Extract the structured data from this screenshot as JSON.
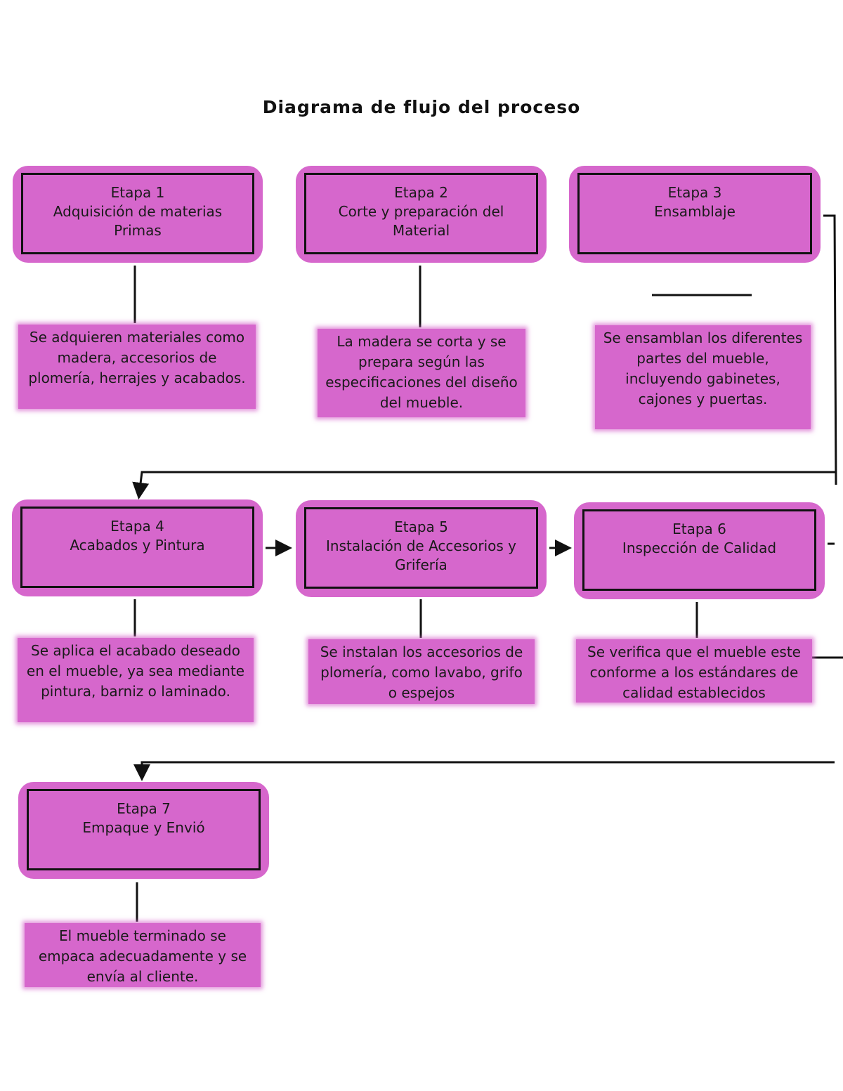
{
  "title": "Diagrama de flujo del proceso",
  "colors": {
    "box_fill": "#d667cc",
    "line": "#111111"
  },
  "stages": [
    {
      "label": "Etapa 1",
      "name": "Adquisición de materias Primas",
      "description": "Se adquieren materiales como madera, accesorios de plomería, herrajes y acabados."
    },
    {
      "label": "Etapa 2",
      "name": "Corte y preparación del Material",
      "description": "La madera se corta y se prepara según las especificaciones del diseño del mueble."
    },
    {
      "label": "Etapa 3",
      "name": "Ensamblaje",
      "description": "Se ensamblan los diferentes partes del mueble, incluyendo gabinetes, cajones y puertas."
    },
    {
      "label": "Etapa 4",
      "name": "Acabados y Pintura",
      "description": "Se aplica el acabado deseado en el mueble, ya sea mediante pintura, barniz o laminado."
    },
    {
      "label": "Etapa 5",
      "name": "Instalación de Accesorios y Grifería",
      "description": "Se instalan los accesorios de plomería, como lavabo, grifo o espejos"
    },
    {
      "label": "Etapa 6",
      "name": "Inspección de Calidad",
      "description": "Se verifica que el mueble este conforme a los estándares de calidad establecidos"
    },
    {
      "label": "Etapa 7",
      "name": "Empaque y Envió",
      "description": "El mueble terminado se empaca adecuadamente y se envía al cliente."
    }
  ]
}
